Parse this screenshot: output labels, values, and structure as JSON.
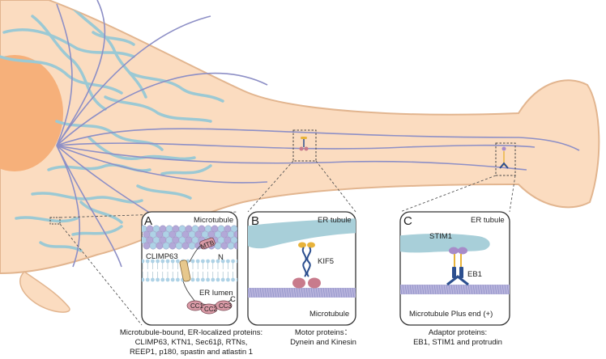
{
  "panels": {
    "a": {
      "letter": "A",
      "microtubule": "Microtubule",
      "protein": "CLIMP63",
      "mtb_domain": "MTB",
      "n_term": "N",
      "lumen": "ER lumen",
      "cc1": "CC1",
      "cc2": "CC2",
      "cc3": "CC3",
      "c_term": "C",
      "caption_line1": "Microtubule-bound, ER-localized proteins:",
      "caption_line2": "CLIMP63, KTN1, Sec61β, RTNs,",
      "caption_line3": "REEP1, p180, spastin and atlastin 1"
    },
    "b": {
      "letter": "B",
      "er_tubule": "ER tubule",
      "motor": "KIF5",
      "microtubule": "Microtubule",
      "caption_line1": "Motor proteins：",
      "caption_line2": "Dynein and Kinesin"
    },
    "c": {
      "letter": "C",
      "er_tubule": "ER tubule",
      "stim": "STIM1",
      "eb": "EB1",
      "microtubule": "Microtubule Plus end (+)",
      "caption_line1": "Adaptor  proteins:",
      "caption_line2": "EB1, STIM1 and protrudin"
    }
  },
  "colors": {
    "cell_body": "#fbdcc0",
    "cell_outline": "#e2b58f",
    "nucleus": "#f6b07a",
    "er_network": "#9bc9d4",
    "microtubule_lines": "#8d8fc6",
    "tubulin_purple": "#b3a8d8",
    "tubulin_blue": "#aed2e6",
    "er_tubule": "#a8cfd9",
    "coil_pink": "#d99aa6",
    "kif5_heads": "#c87b8c",
    "stim_purple": "#a78bc9",
    "eb1_blue": "#2c4f8f",
    "eb1_yellow": "#e8b33a"
  }
}
